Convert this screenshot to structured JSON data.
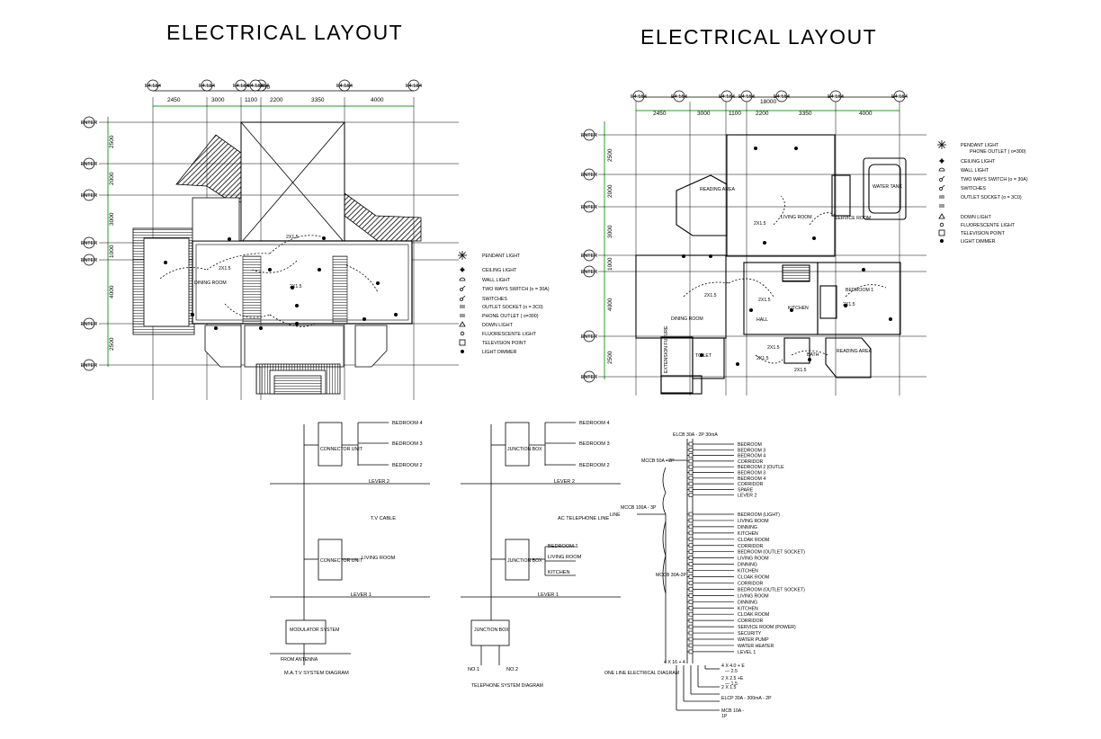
{
  "titles": {
    "left": "ELECTRICAL LAYOUT",
    "right": "ELECTRICAL LAYOUT"
  },
  "plan": {
    "overall_dim": "18000",
    "dims": [
      "2450",
      "3000",
      "1100",
      "2200",
      "3350",
      "4000"
    ],
    "vdims": [
      "2500",
      "2000",
      "3000",
      "1000",
      "4000",
      "2500"
    ],
    "bubble_h": "E4.1&4",
    "bubble_v": "ENTER"
  },
  "left_rooms": {
    "dining": "DINING ROOM",
    "circuit": "2X1.5"
  },
  "right_rooms": {
    "reading_top": "READING AREA",
    "living": "LIVING ROOM",
    "service": "SERVICE ROOM",
    "water_tank": "WATER TANK",
    "bedroom1": "BEDROOM 1",
    "dining": "DINING ROOM",
    "hall": "HALL",
    "kitchen": "KITCHEN",
    "toilet": "TOILET",
    "bath": "BATH",
    "reading_bottom": "READING AREA",
    "extension": "EXTENSION FUTURE",
    "circuit": "2X1.5"
  },
  "legend": [
    "PENDANT LIGHT",
    "CEILING LIGHT",
    "WALL LIGHT",
    "TWO WAYS SWITCH (o = 30A)",
    "SWITCHES",
    "OUTLET SOCKET (o = 3C0)",
    "PHONE OUTLET ( o=300)",
    "DOWN LIGHT",
    "FLUORESCENTE LIGHT",
    "TELEVISION POINT",
    "LIGHT DIMMER"
  ],
  "matv": {
    "unit": "CONNECTOR UNIT",
    "bedroom4": "BEDROOM 4",
    "bedroom3": "BEDROOM 3",
    "bedroom2": "BEDROOM 2",
    "level2": "LEVER 2",
    "tv_cable": "T.V CABLE",
    "living": "LIVING ROOM",
    "level1": "LEVER 1",
    "modulator": "MODULATOR SYSTEM",
    "antenna": "FROM ANTENNA",
    "caption": "M.A.T.V SYSTEM DIAGRAM"
  },
  "telephone": {
    "junction": "JUNCTION BOX",
    "bedroom4": "BEDROOM 4",
    "bedroom3": "BEDROOM 3",
    "bedroom2": "BEDROOM 2",
    "level2": "LEVER 2",
    "line": "AC TELEPHONE LINE",
    "bedroom1": "BEDROOM 1",
    "living": "LIVING ROOM",
    "kitchen": "KITCHEN",
    "level1": "LEVER 1",
    "no1": "NO.1",
    "no2": "NO.2",
    "caption": "TELEPHONE SYSTEM DIAGRAM"
  },
  "oneline": {
    "elcb_top": "ELCB 30A - 2P 30mA",
    "mccb50": "MCCB 50A - 2P",
    "mccb100": "MCCB 100A - 3P",
    "line": "LINE",
    "mccb_small": "MCCB 30A-2P",
    "upper_circuits": [
      "BEDROOM",
      "BEDROOM 3",
      "BEDROOM 4",
      "CORRIDOR",
      "BEDROOM 2 (OUTLE",
      "BEDROOM 3",
      "BEDROOM 4",
      "CORRIDOR",
      "SPARE",
      "LEVER 2"
    ],
    "lower_circuits": [
      "BEDROOM (LIGHT)",
      "LIVING ROOM",
      "DINNING",
      "KITCHEN",
      "CLOAK ROOM",
      "CORRIDOR",
      "BEDROOM (OUTLET SOCKET)",
      "LIVING ROOM",
      "DINNING",
      "KITCHEN",
      "CLOAK ROOM",
      "CORRIDOR",
      "BEDROOM (OUTLET SOCKET)",
      "LIVING ROOM",
      "DINNING",
      "KITCHEN",
      "CLOAK ROOM",
      "CORRIDOR",
      "SERVICE ROOM (POWER)",
      "SECURITY",
      "WATER PUMP",
      "WATER HEATER",
      "LEVEL 1"
    ],
    "cable_main": "4 X 16 + 4",
    "cable1": "4 X 4.0 + E",
    "cable1b": "— 2.5",
    "cable2": "2 X 2.5 +E",
    "cable2b": "— 1.5",
    "cable3": "2 X 1.5",
    "elcp": "ELCP 30A - 300mA - 2P",
    "mcb10": "MCB 10A -",
    "mcb10b": "1P",
    "caption": "ONE LINE ELECTRICAL DIAGRAM"
  }
}
